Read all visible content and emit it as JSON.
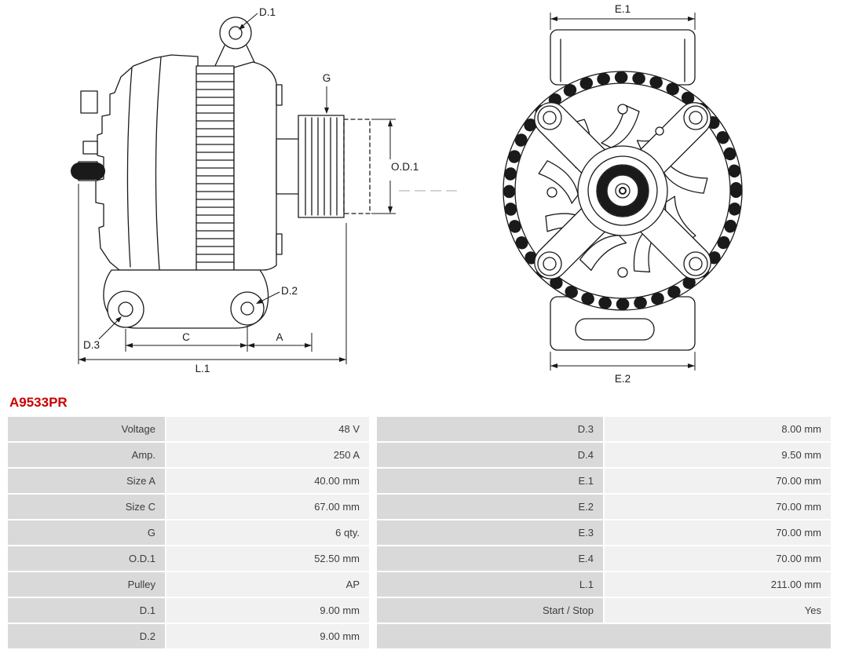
{
  "part": {
    "number": "A9533PR"
  },
  "colors": {
    "part_number_red": "#cc0000",
    "label_cell_bg": "#d9d9d9",
    "value_cell_bg": "#f1f1f1",
    "line_art": "#1a1a1a"
  },
  "diagram": {
    "side_view_labels": {
      "d1": "D.1",
      "g": "G",
      "od1": "O.D.1",
      "d2": "D.2",
      "d3": "D.3",
      "c": "C",
      "a": "A",
      "l1": "L.1"
    },
    "front_view_labels": {
      "e1": "E.1",
      "e2": "E.2"
    }
  },
  "specs": {
    "rows": [
      {
        "label_left": "Voltage",
        "value_left": "48 V",
        "label_right": "D.3",
        "value_right": "8.00 mm"
      },
      {
        "label_left": "Amp.",
        "value_left": "250 A",
        "label_right": "D.4",
        "value_right": "9.50 mm"
      },
      {
        "label_left": "Size A",
        "value_left": "40.00 mm",
        "label_right": "E.1",
        "value_right": "70.00 mm"
      },
      {
        "label_left": "Size C",
        "value_left": "67.00 mm",
        "label_right": "E.2",
        "value_right": "70.00 mm"
      },
      {
        "label_left": "G",
        "value_left": "6 qty.",
        "label_right": "E.3",
        "value_right": "70.00 mm"
      },
      {
        "label_left": "O.D.1",
        "value_left": "52.50 mm",
        "label_right": "E.4",
        "value_right": "70.00 mm"
      },
      {
        "label_left": "Pulley",
        "value_left": "AP",
        "label_right": "L.1",
        "value_right": "211.00 mm"
      },
      {
        "label_left": "D.1",
        "value_left": "9.00 mm",
        "label_right": "Start / Stop",
        "value_right": "Yes"
      },
      {
        "label_left": "D.2",
        "value_left": "9.00 mm",
        "label_right": "",
        "value_right": ""
      }
    ]
  }
}
